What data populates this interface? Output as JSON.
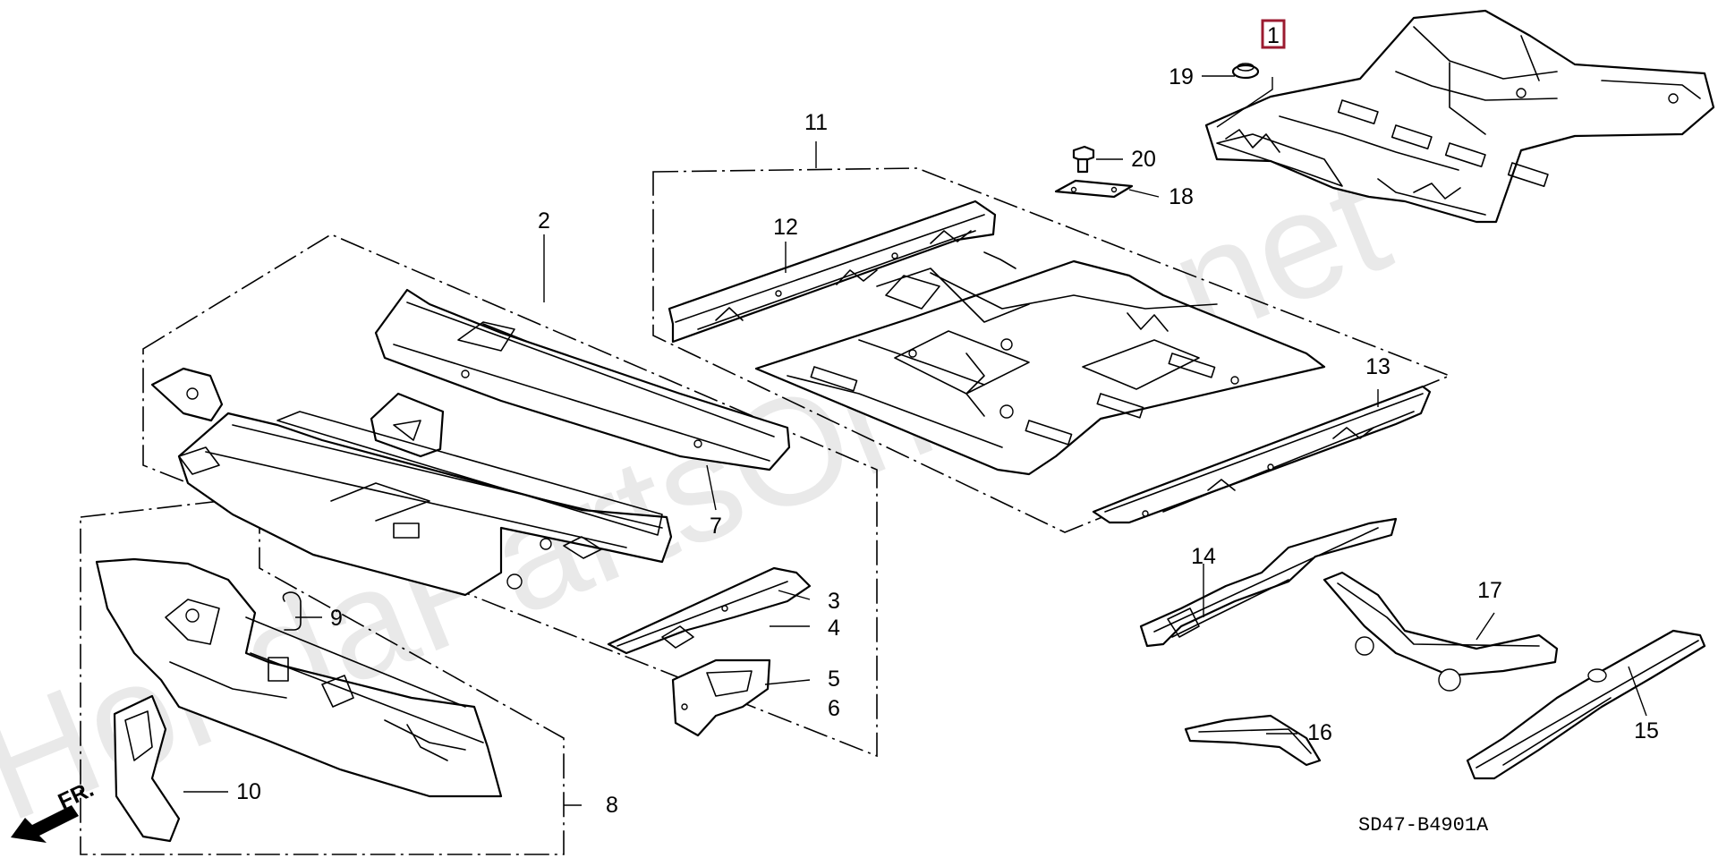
{
  "diagram": {
    "watermark": "HondaPartsOnline.net",
    "diagram_code": "SD47-B4901A",
    "front_indicator": "FR.",
    "highlighted_callout": "1",
    "callouts": {
      "c1": "1",
      "c2": "2",
      "c3": "3",
      "c4": "4",
      "c5": "5",
      "c6": "6",
      "c7": "7",
      "c8": "8",
      "c9": "9",
      "c10": "10",
      "c11": "11",
      "c12": "12",
      "c13": "13",
      "c14": "14",
      "c15": "15",
      "c16": "16",
      "c17": "17",
      "c18": "18",
      "c19": "19",
      "c20": "20"
    },
    "colors": {
      "highlight": "#9b1b30",
      "line": "#000000",
      "watermark": "#e9e9e9"
    }
  }
}
